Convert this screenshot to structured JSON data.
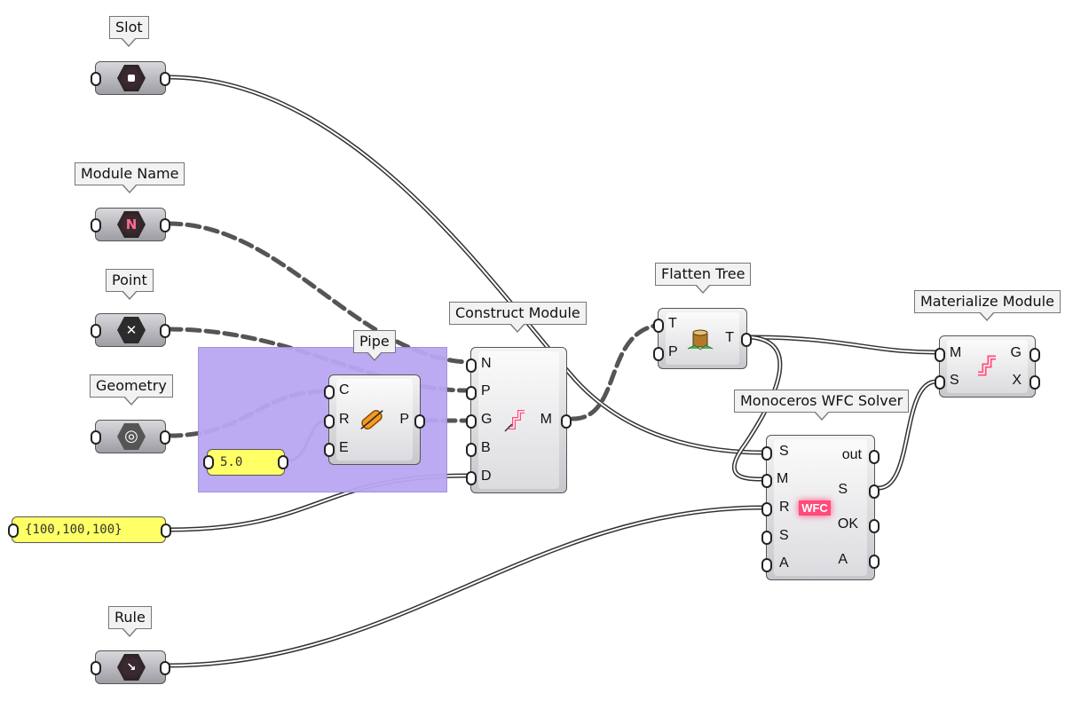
{
  "labels": {
    "slot": "Slot",
    "module_name": "Module Name",
    "point": "Point",
    "geometry": "Geometry",
    "rule": "Rule",
    "pipe": "Pipe",
    "construct_module": "Construct Module",
    "flatten_tree": "Flatten Tree",
    "materialize_module": "Materialize Module",
    "wfc_solver": "Monoceros WFC Solver"
  },
  "panels": {
    "radius": "5.0",
    "size": "{100,100,100}"
  },
  "pipe": {
    "inputs": [
      "C",
      "R",
      "E"
    ],
    "outputs": [
      "P"
    ]
  },
  "construct_module": {
    "inputs": [
      "N",
      "P",
      "G",
      "B",
      "D"
    ],
    "outputs": [
      "M"
    ]
  },
  "flatten_tree": {
    "inputs": [
      "T",
      "P"
    ],
    "outputs": [
      "T"
    ]
  },
  "materialize_module": {
    "inputs": [
      "M",
      "S"
    ],
    "outputs": [
      "G",
      "X"
    ]
  },
  "wfc_solver": {
    "inputs": [
      "S",
      "M",
      "R",
      "S",
      "A"
    ],
    "outputs": [
      "out",
      "S",
      "OK",
      "A"
    ],
    "icon_text": "WFC"
  },
  "icons": {
    "slot": "slot-hex-icon",
    "module_name": "module-name-hex-icon",
    "point": "point-hex-icon",
    "geometry": "geometry-hex-icon",
    "rule": "rule-hex-icon",
    "pipe": "pipe-icon",
    "construct_module": "module-icon",
    "flatten_tree": "tree-stump-icon",
    "materialize_module": "materialize-icon"
  },
  "colors": {
    "group": "#b9a6f2",
    "panel": "#ffff66",
    "accent": "#ff4a7a"
  }
}
